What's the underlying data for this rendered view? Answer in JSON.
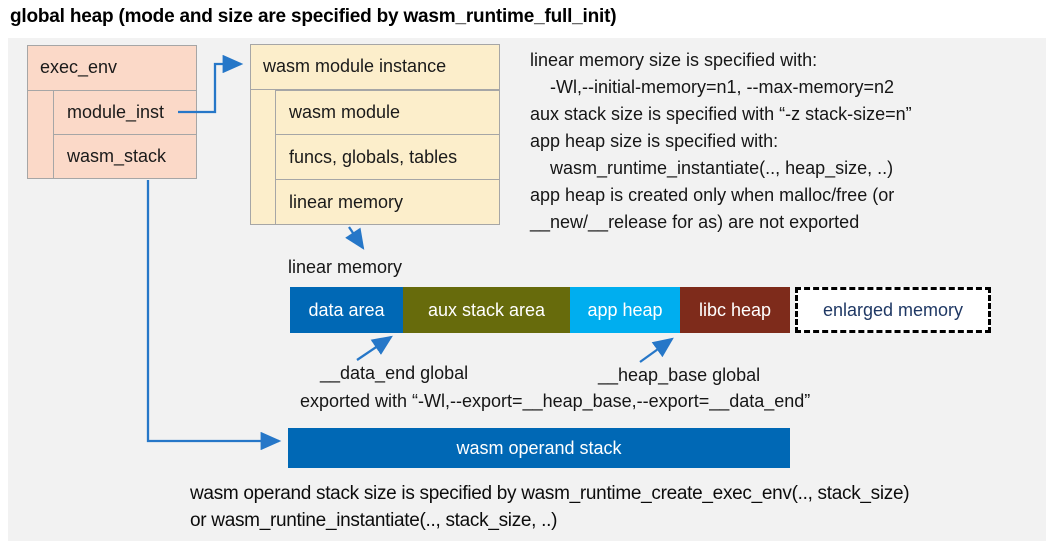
{
  "title": "global heap (mode and size are specified by wasm_runtime_full_init)",
  "exec_env": {
    "title": "exec_env",
    "fields": [
      {
        "label": "module_inst"
      },
      {
        "label": "wasm_stack"
      }
    ]
  },
  "module_instance": {
    "title": "wasm module instance",
    "fields": [
      {
        "label": "wasm module"
      },
      {
        "label": "funcs, globals, tables"
      },
      {
        "label": "linear memory"
      }
    ]
  },
  "notes": {
    "lines": [
      "linear memory size is specified with:",
      "-Wl,--initial-memory=n1, --max-memory=n2",
      "aux stack size is specified with “-z stack-size=n”",
      "app heap size is specified with:",
      "wasm_runtime_instantiate(.., heap_size, ..)",
      "app heap is created only when malloc/free (or",
      "__new/__release for as) are not exported"
    ]
  },
  "linear_memory": {
    "label": "linear memory",
    "segments": [
      {
        "label": "data area",
        "color": "#0068B5"
      },
      {
        "label": "aux stack area",
        "color": "#676B0C"
      },
      {
        "label": "app heap",
        "color": "#00AEEF"
      },
      {
        "label": "libc heap",
        "color": "#7E2B1B"
      }
    ],
    "enlarged": {
      "label": "enlarged memory",
      "text_color": "#1F3864"
    },
    "annotations": {
      "data_end_label": "__data_end global",
      "heap_base_label": "__heap_base global",
      "export_note": "exported with “-Wl,--export=__heap_base,--export=__data_end”"
    }
  },
  "operand_stack": {
    "label": "wasm operand stack",
    "color": "#0068B5",
    "note_line1": "wasm operand stack size is specified by wasm_runtime_create_exec_env(.., stack_size)",
    "note_line2": "or wasm_runtine_instantiate(.., stack_size, ..)"
  },
  "colors": {
    "panel_bg": "#F2F2F2",
    "exec_env_fill": "#FBD9C8",
    "module_instance_fill": "#FCEECB",
    "box_border": "#A6A6A6",
    "arrow_blue": "#2677C8"
  }
}
